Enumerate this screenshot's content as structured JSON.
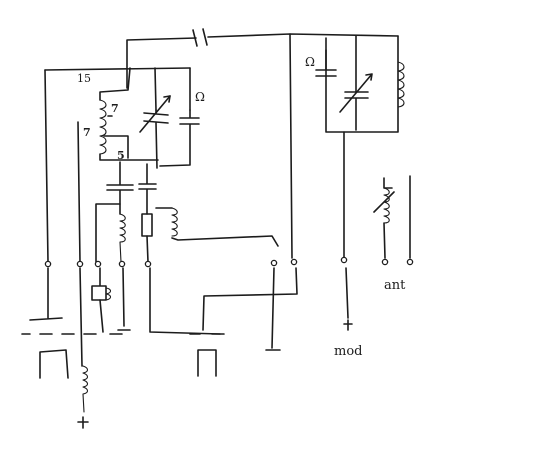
{
  "labels": {
    "coil_taps": [
      "15",
      "7",
      "7",
      "5"
    ],
    "trimmer_symbol": "Ω",
    "tank_cap_symbol": "Ω",
    "mod": "mod",
    "ant": "ant",
    "plus_mod": "+",
    "plus_bottom": "+"
  },
  "colors": {
    "ink": "#1c1c1c",
    "paper": "#ffffff"
  }
}
